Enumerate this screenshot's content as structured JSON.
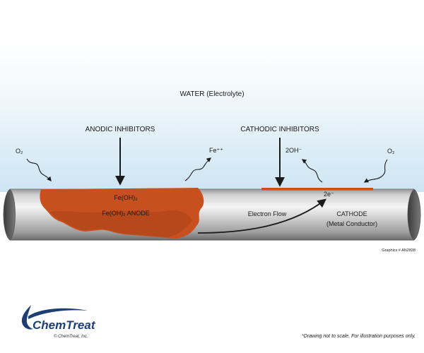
{
  "diagram": {
    "electrolyte_label": "WATER (Electrolyte)",
    "anodic_inhibitors_label": "ANODIC INHIBITORS",
    "cathodic_inhibitors_label": "CATHODIC INHIBITORS",
    "o2_left_label": "O₂",
    "o2_right_label": "O₂",
    "fe_ion_label": "Fe⁺⁺",
    "hydroxide_label": "2OH⁻",
    "electrons_label": "2e⁻",
    "feoh2_top_label": "Fe(OH)₂",
    "anode_label": "Fe(OH)₂ ANODE",
    "electron_flow_label": "Electron Flow",
    "cathode_label": "CATHODE",
    "cathode_sub_label": "(Metal Conductor)",
    "graphics_id": "Graphics # AN2828",
    "colors": {
      "water_top": "#ffffff",
      "water_bottom": "#cfe6f4",
      "rust": "#c8501e",
      "pipe_light": "#f0f0f0",
      "pipe_dark": "#8a8a8a",
      "arrow": "#1a1a1a"
    }
  },
  "footer": {
    "logo_text": "ChemTreat",
    "logo_copyright": "© ChemTreat, Inc.",
    "disclaimer": "*Drawing not to scale. For illustration purposes only.",
    "logo_color": "#1f3f73"
  }
}
